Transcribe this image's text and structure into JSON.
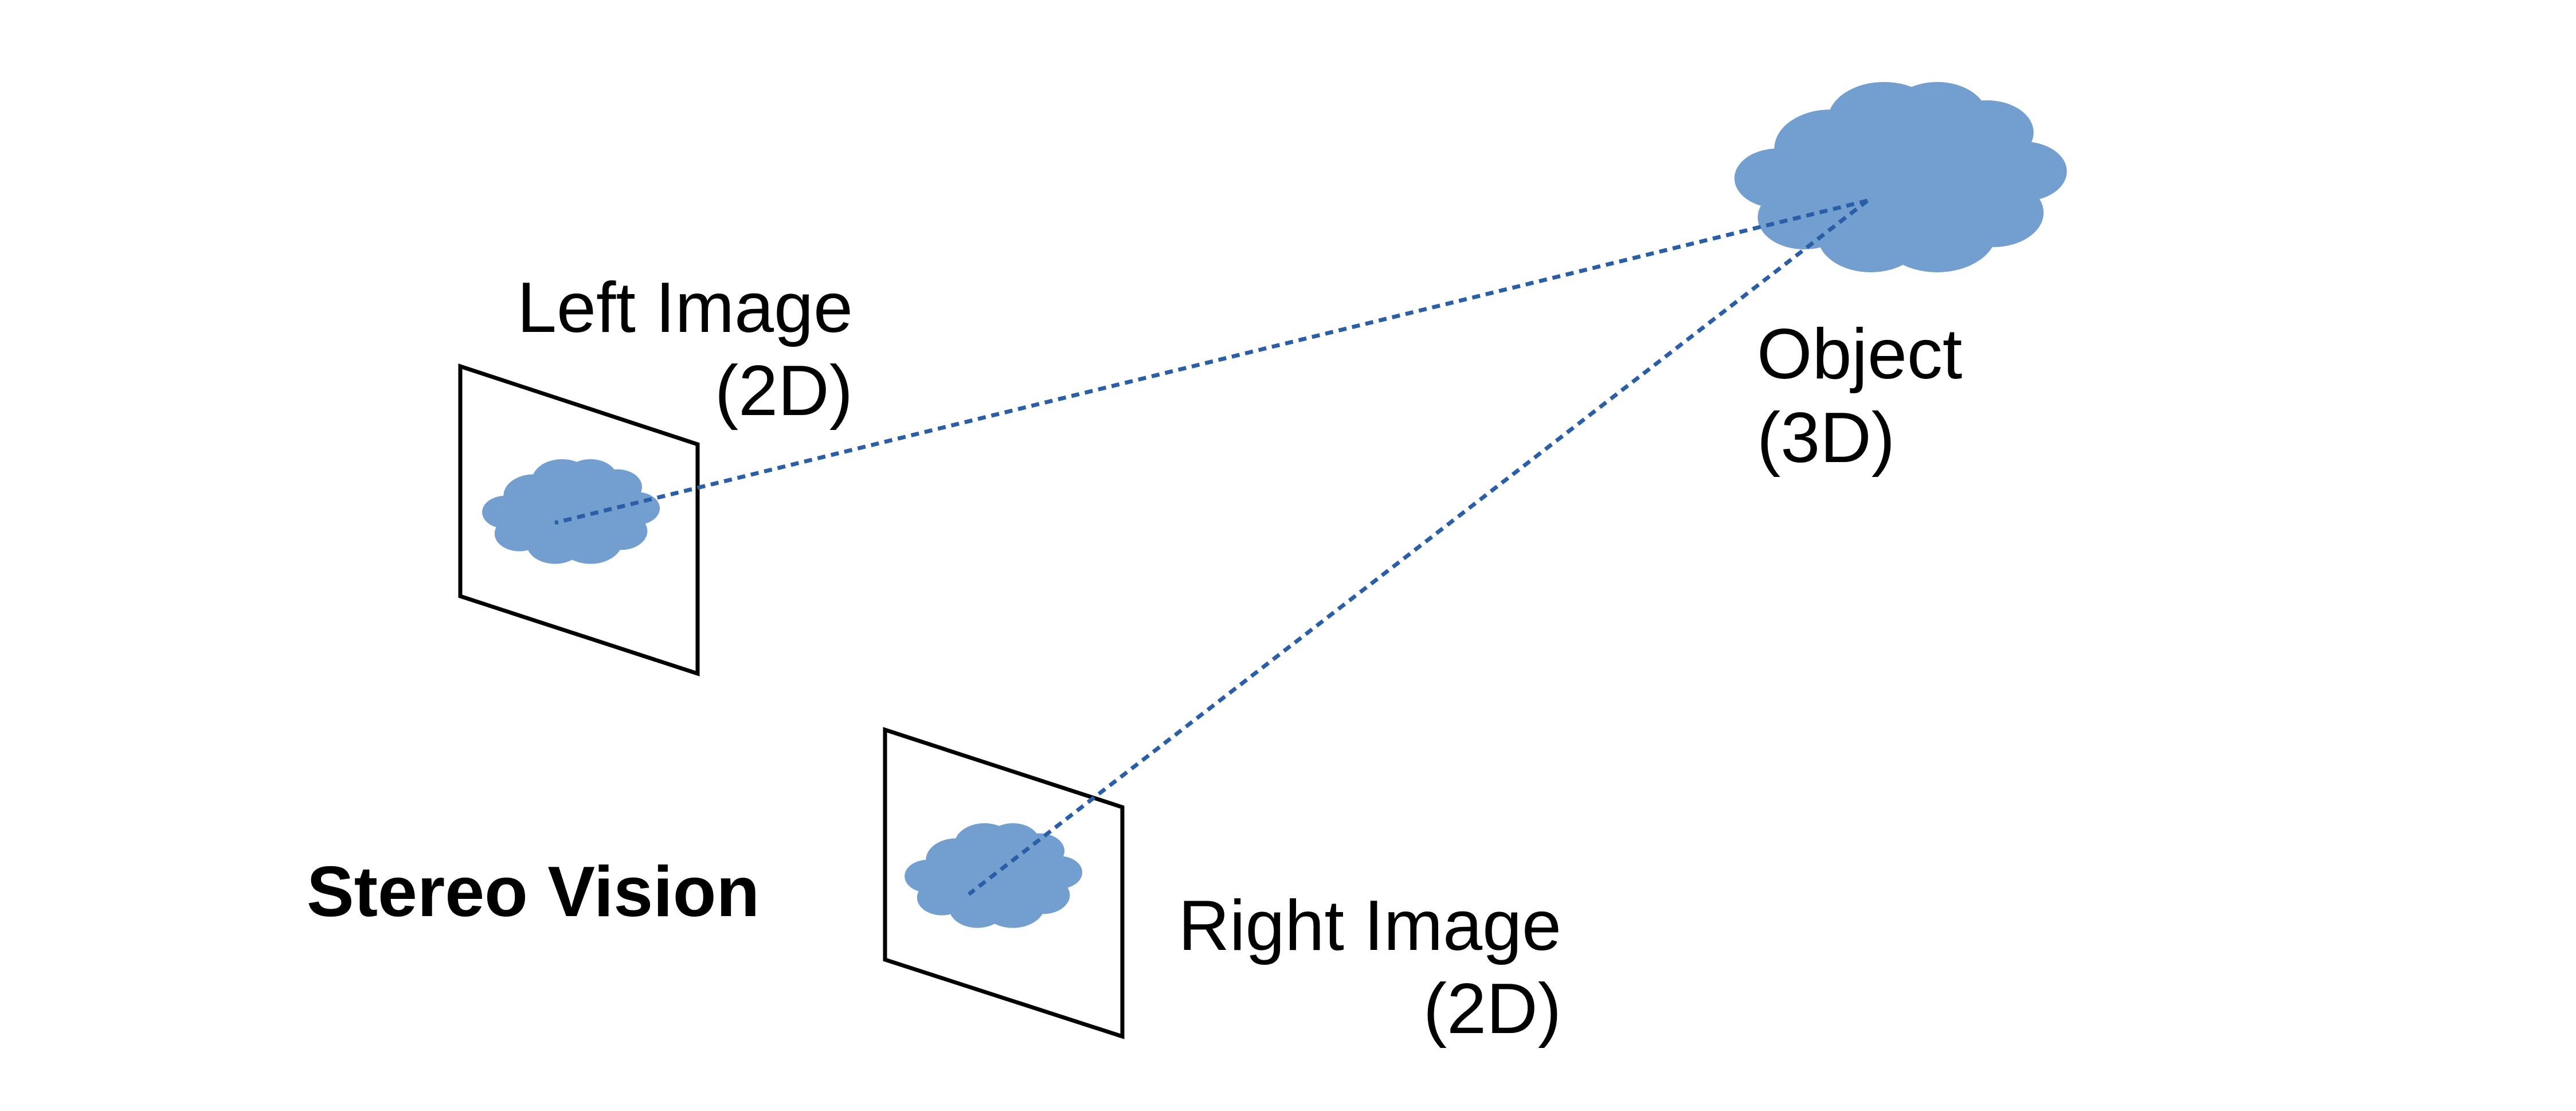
{
  "colors": {
    "cloud_fill": "#729fcf",
    "cloud_edge": "#3465a4",
    "ray": "#2a5fa8",
    "frame": "#000000",
    "text": "#000000"
  },
  "labels": {
    "left_image_line1": "Left Image",
    "left_image_line2": "(2D)",
    "object_line1": "Object",
    "object_line2": "(3D)",
    "right_image_line1": "Right Image",
    "right_image_line2": "(2D)",
    "title": "Stereo Vision"
  }
}
